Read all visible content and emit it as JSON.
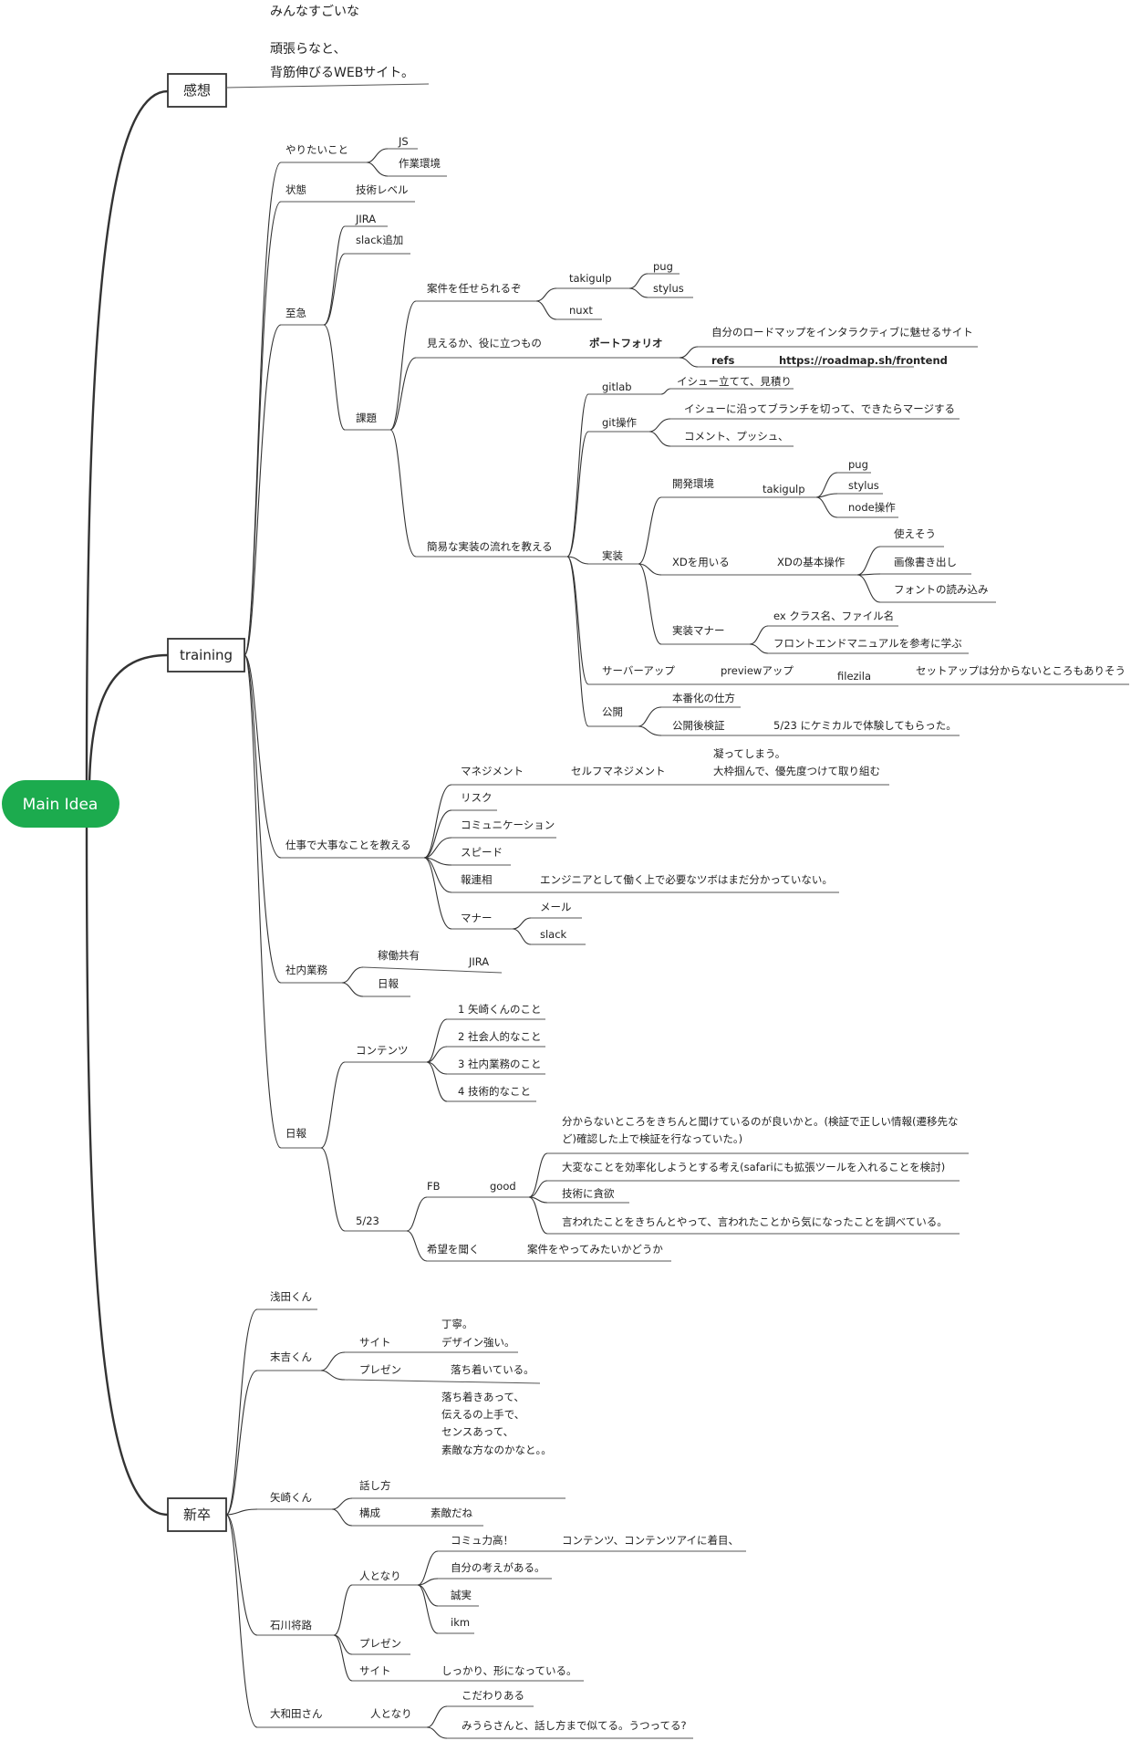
{
  "colors": {
    "root": "#1cab4e",
    "line": "#333333"
  },
  "root": {
    "label": "Main Idea"
  },
  "topics": [
    {
      "id": "kansou",
      "label": "感想"
    },
    {
      "id": "training",
      "label": "training"
    },
    {
      "id": "shinsotsu",
      "label": "新卒"
    }
  ],
  "impression": {
    "line1": "みんなすごいな",
    "line2": "頑張らなと、",
    "line3": "背筋伸びるWEBサイト。"
  },
  "training": {
    "yaritai": {
      "label": "やりたいこと",
      "children": [
        "JS",
        "作業環境"
      ]
    },
    "jotai": {
      "label": "状態",
      "child": "技術レベル"
    },
    "shikyu": {
      "label": "至急",
      "jira": "JIRA",
      "slack": "slack追加",
      "kadai": {
        "label": "課題",
        "anken": {
          "label": "案件を任せられるぞ",
          "takigulp": "takigulp",
          "pug": "pug",
          "stylus": "stylus",
          "nuxt": "nuxt"
        },
        "mieru": {
          "label": "見えるか、役に立つもの",
          "portfolio": "ポートフォリオ",
          "roadmap": "自分のロードマップをインタラクティブに魅せるサイト",
          "refs": "refs",
          "url": "https://roadmap.sh/frontend"
        },
        "kani": {
          "label": "簡易な実装の流れを教える",
          "gitlab": {
            "label": "gitlab",
            "child": "イシュー立てて、見積り"
          },
          "git": {
            "label": "git操作",
            "c1": "イシューに沿ってブランチを切って、できたらマージする",
            "c2": "コメント、プッシュ、"
          },
          "jisso": {
            "label": "実装",
            "kaihatsu": {
              "label": "開発環境",
              "takigulp": "takigulp",
              "pug": "pug",
              "stylus": "stylus",
              "node": "node操作"
            },
            "xd": {
              "label": "XDを用いる",
              "basic": "XDの基本操作",
              "c1": "使えそう",
              "c2": "画像書き出し",
              "c3": "フォントの読み込み"
            },
            "manner": {
              "label": "実装マナー",
              "c1": "ex クラス名、ファイル名",
              "c2": "フロントエンドマニュアルを参考に学ぶ"
            }
          },
          "server": {
            "label": "サーバーアップ",
            "preview": "previewアップ",
            "filezila": "filezila",
            "setup": "セットアップは分からないところもありそう"
          },
          "kokai": {
            "label": "公開",
            "c1": "本番化の仕方",
            "c2": "公開後検証",
            "c3": "5/23 にケミカルで体験してもらった。"
          }
        }
      }
    },
    "shigoto": {
      "label": "仕事で大事なことを教える",
      "management": {
        "label": "マネジメント",
        "self": "セルフマネジメント",
        "n1": "凝ってしまう。",
        "n2": "大枠掴んで、優先度つけて取り組む"
      },
      "risk": "リスク",
      "comm": "コミュニケーション",
      "speed": "スピード",
      "horenso": {
        "label": "報連相",
        "note": "エンジニアとして働く上で必要なツボはまだ分かっていない。"
      },
      "manner": {
        "label": "マナー",
        "mail": "メール",
        "slack": "slack"
      }
    },
    "shanai": {
      "label": "社内業務",
      "kado": "稼働共有",
      "jira": "JIRA",
      "nippo": "日報"
    },
    "nippo": {
      "label": "日報",
      "contents": {
        "label": "コンテンツ",
        "items": [
          "1 矢崎くんのこと",
          "2 社会人的なこと",
          "3 社内業務のこと",
          "4 技術的なこと"
        ]
      },
      "d523": {
        "label": "5/23",
        "fb": {
          "label": "FB",
          "good": "good",
          "g1a": "分からないところをきちんと聞けているのが良いかと。(検証で正しい情報(遷移先な",
          "g1b": "ど)確認した上で検証を行なっていた。)",
          "g2": "大変なことを効率化しようとする考え(safariにも拡張ツールを入れることを検討)",
          "g3": "技術に貪欲",
          "g4": "言われたことをきちんとやって、言われたことから気になったことを調べている。"
        },
        "kibo": {
          "label": "希望を聞く",
          "child": "案件をやってみたいかどうか"
        }
      }
    }
  },
  "shinsotsu": {
    "asada": {
      "label": "浅田くん"
    },
    "sueyoshi": {
      "label": "末吉くん",
      "site": "サイト",
      "s1": "丁寧。",
      "s2": "デザイン強い。",
      "pre": "プレゼン",
      "p1": "落ち着いている。",
      "n1": "落ち着きあって、",
      "n2": "伝えるの上手で、",
      "n3": "センスあって、",
      "n4": "素敵な方なのかなと。。"
    },
    "yazaki": {
      "label": "矢崎くん",
      "hanashi": "話し方",
      "kosei": "構成",
      "k1": "素敵だね"
    },
    "ishikawa": {
      "label": "石川将路",
      "hito": "人となり",
      "comm": "コミュ力高！",
      "contents": "コンテンツ、コンテンツアイに着目、",
      "jibun": "自分の考えがある。",
      "seijitsu": "誠実",
      "ikm": "ikm",
      "pre": "プレゼン",
      "site": "サイト",
      "s1": "しっかり、形になっている。"
    },
    "owada": {
      "label": "大和田さん",
      "hito": "人となり",
      "c1": "こだわりある",
      "c2": "みうらさんと、話し方まで似てる。うつってる?"
    }
  }
}
